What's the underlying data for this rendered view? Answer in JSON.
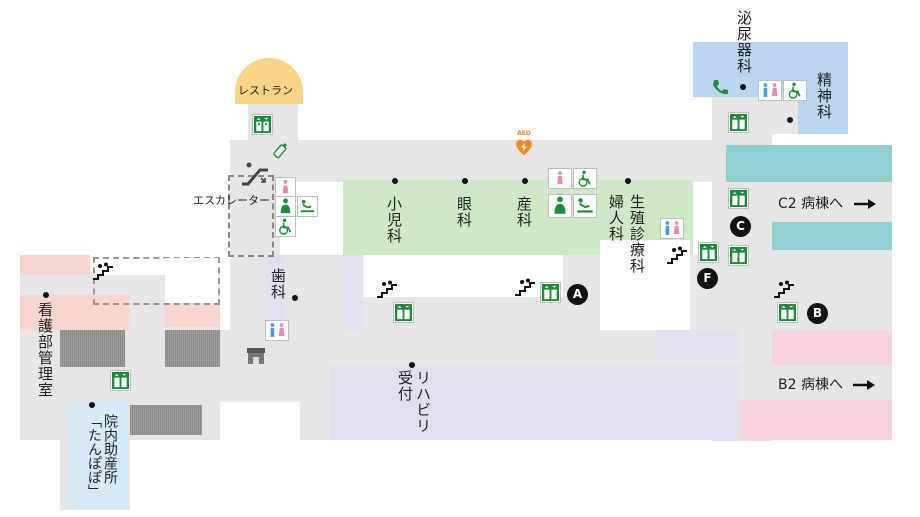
{
  "colors": {
    "floor": "#e6e6e6",
    "green_zone": "#cfe8c8",
    "purple_zone": "#e2dff0",
    "teal_zone": "#8fd0d1",
    "pink_zone": "#f5d3df",
    "salmon_zone": "#f6d6cf",
    "blue_zone": "#bcd6ee",
    "light_blue_zone": "#d6ebf5",
    "restaurant": "#f7d584",
    "dark_block": "#9a9a9a",
    "icon_green": "#1f8a3c",
    "aed_orange": "#f08a2c"
  },
  "labels": {
    "restaurant": "レストラン",
    "escalator": "エスカレーター",
    "pediatrics": "小児科",
    "ophthalmology": "眼科",
    "obstetrics": "産科",
    "gynecology": "婦人科",
    "reproductive": "生殖診療科",
    "dental": "歯科",
    "nursing_office": "看護部管理室",
    "birth_center": "院内助産所「たんぽぽ」",
    "rehab": "リハビリ受付",
    "urology": "泌尿器科",
    "psychiatry": "精神科",
    "to_c2": "C2 病棟へ",
    "to_b2": "B2 病棟へ",
    "aed": "AED"
  },
  "elevator_markers": [
    "A",
    "B",
    "C",
    "F"
  ],
  "icons": {
    "elevator": "elevator-icon",
    "stairs": "stairs-icon",
    "restroom": "restroom-icon",
    "accessible_toilet": "wheelchair-icon",
    "baby": "baby-changing-icon",
    "nursing": "nursing-room-icon",
    "phone": "phone-icon",
    "aed": "aed-icon",
    "escalator": "escalator-icon",
    "bottle": "baby-bottle-icon",
    "shop": "shop-icon"
  }
}
